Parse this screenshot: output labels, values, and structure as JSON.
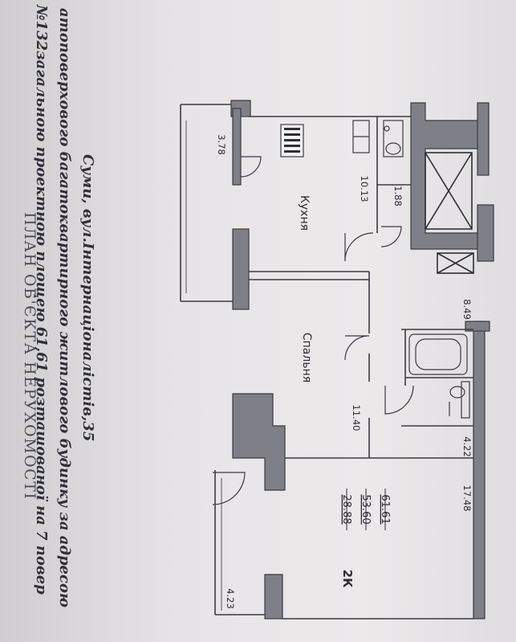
{
  "header": {
    "title": "ПЛАН ОБ'ЄКТА НЕРУХОМОСТІ",
    "line1": "№132загальною проектною площею 61,61 розташованої на 7 повер",
    "line2": "атоповерхового багатоквартирного житлового будинку за адресою",
    "line3": "Суми, вул.Інтернаціоналістів,35"
  },
  "rooms": {
    "kitchen": "Кухня",
    "bedroom": "Спальня"
  },
  "areas": {
    "balcony_top": "3.78",
    "kitchen": "10.13",
    "storage": "1.88",
    "bath": "8.49",
    "bedroom": "11.40",
    "wc": "4.22",
    "living": "17.48",
    "balcony_bottom": "4.23"
  },
  "summary": {
    "type": "2К",
    "living_area": "28.88",
    "useful_area": "53.60",
    "total_area": "61.61"
  }
}
